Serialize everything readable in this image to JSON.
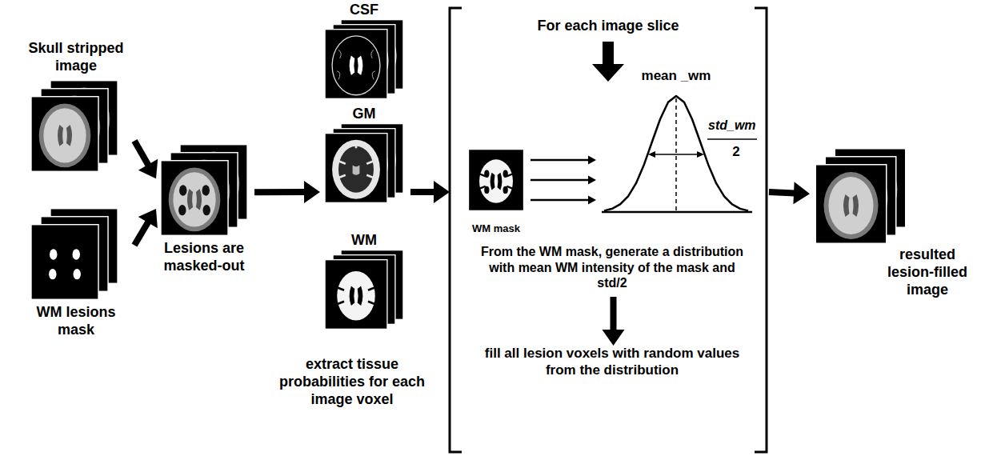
{
  "diagram": {
    "nodes": [
      {
        "text": [
          "Skull stripped image"
        ]
      },
      {
        "text": [
          "WM lesions mask"
        ]
      },
      {
        "text": [
          "Lesions are masked-out"
        ]
      },
      {
        "text": [
          "CSF"
        ]
      },
      {
        "text": [
          "GM"
        ]
      },
      {
        "text": [
          "WM"
        ]
      },
      {
        "text": [
          "For each image slice"
        ]
      },
      {
        "text": [
          "WM mask"
        ],
        "in": 6
      },
      {
        "text": [
          "mean _wm",
          "std_wm",
          "2"
        ],
        "in": 6
      },
      {
        "text": [
          "From the WM mask, generate a distribution with mean WM intensity of the mask and std/2"
        ],
        "in": 6
      },
      {
        "text": [
          "fill all lesion voxels with random values from the distribution"
        ],
        "in": 6
      },
      {
        "text": [
          "resulted lesion-filled image"
        ]
      }
    ],
    "edges": [
      {
        "from": 0,
        "to": 2,
        "arrow": "to"
      },
      {
        "from": 1,
        "to": 2,
        "arrow": "to"
      },
      {
        "from": 2,
        "to": 4,
        "arrow": "to"
      },
      {
        "from": 4,
        "to": 6,
        "arrow": "to"
      },
      {
        "from": 7,
        "to": 8,
        "arrow": "to"
      },
      {
        "from": 7,
        "to": 8,
        "arrow": "to"
      },
      {
        "from": 7,
        "to": 8,
        "arrow": "to"
      },
      {
        "from": 9,
        "to": 10,
        "arrow": "to"
      },
      {
        "from": 6,
        "to": 11,
        "arrow": "to"
      }
    ],
    "labels": [
      "extract tissue probabilities for each image voxel"
    ]
  }
}
